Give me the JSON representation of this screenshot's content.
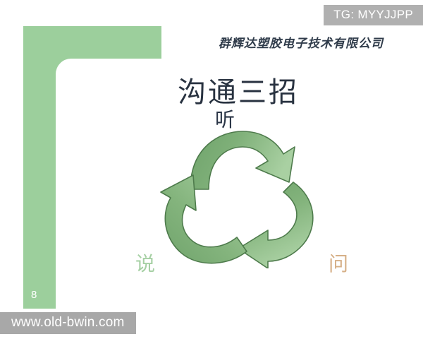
{
  "slide": {
    "page_number": "8",
    "company_name": "群辉达塑胶电子技术有限公司",
    "title": "沟通三招",
    "background_color": "#ffffff",
    "accent_green": "#9ccf9c"
  },
  "watermarks": {
    "top_right_badge": "TG: MYYJJPP",
    "bottom_url": "www.old-bwin.com",
    "badge_background": "#b0b0b0",
    "bar_background": "#a8a8a8"
  },
  "diagram": {
    "type": "recycle-loop",
    "description": "three curved arrows forming a clockwise triangular recycling loop",
    "arrow_fill_light": "#9cc796",
    "arrow_fill_dark": "#6fa36b",
    "arrow_outline": "#4e7b4c",
    "labels": [
      {
        "id": "listen",
        "text": "听",
        "position": "top",
        "color": "#2b3647"
      },
      {
        "id": "speak",
        "text": "说",
        "position": "bottom-left",
        "color": "#a6d0a4"
      },
      {
        "id": "ask",
        "text": "问",
        "position": "bottom-right",
        "color": "#d6b088"
      }
    ]
  }
}
